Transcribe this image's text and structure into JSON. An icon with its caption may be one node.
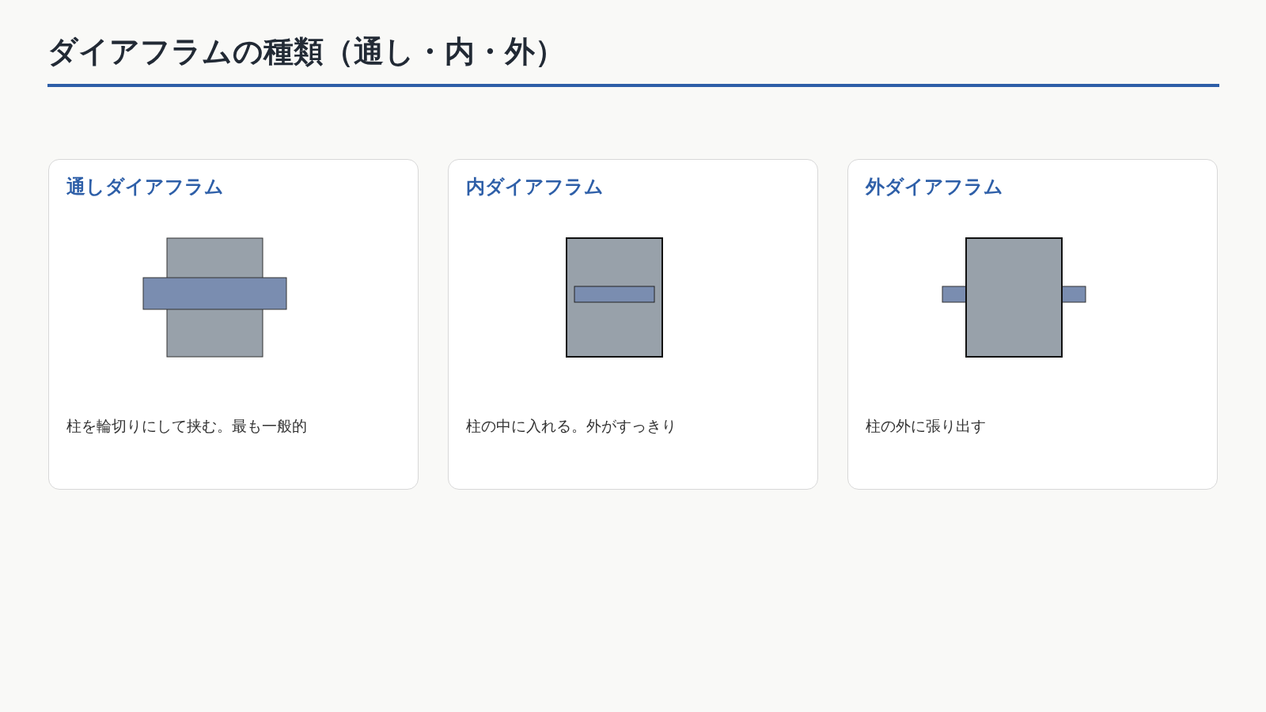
{
  "diagram": {
    "title": "ダイアフラムの種類（通し・内・外）",
    "nodes": [
      {
        "text": [
          "通しダイアフラム",
          "柱を輪切りにして挟む。最も一般的"
        ]
      },
      {
        "text": [
          "内ダイアフラム",
          "柱の中に入れる。外がすっきり"
        ]
      },
      {
        "text": [
          "外ダイアフラム",
          "柱の外に張り出す"
        ]
      }
    ]
  }
}
